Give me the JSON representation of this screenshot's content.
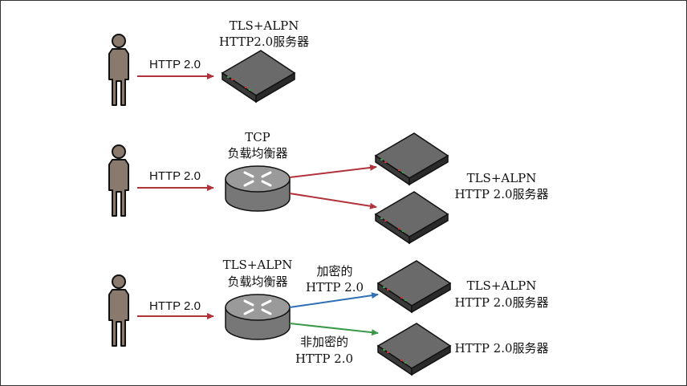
{
  "rows": [
    {
      "client_label": "HTTP 2.0",
      "server_label_1": "TLS+ALPN",
      "server_label_2": "HTTP2.0服务器"
    },
    {
      "client_label": "HTTP 2.0",
      "balancer_label_1": "TCP",
      "balancer_label_2": "负载均衡器",
      "server_label_1": "TLS+ALPN",
      "server_label_2": "HTTP 2.0服务器"
    },
    {
      "client_label": "HTTP 2.0",
      "balancer_label_1": "TLS+ALPN",
      "balancer_label_2": "负载均衡器",
      "encrypted_label_1": "加密的",
      "encrypted_label_2": "HTTP 2.0",
      "unencrypted_label_1": "非加密的",
      "unencrypted_label_2": "HTTP 2.0",
      "server_a_label_1": "TLS+ALPN",
      "server_a_label_2": "HTTP 2.0服务器",
      "server_b_label": "HTTP 2.0服务器"
    }
  ],
  "colors": {
    "plain_arrow": "#b0323a",
    "encrypted_arrow": "#2f6fb5",
    "unencrypted_arrow": "#3a9a4a",
    "person": "#8a7a6e"
  }
}
